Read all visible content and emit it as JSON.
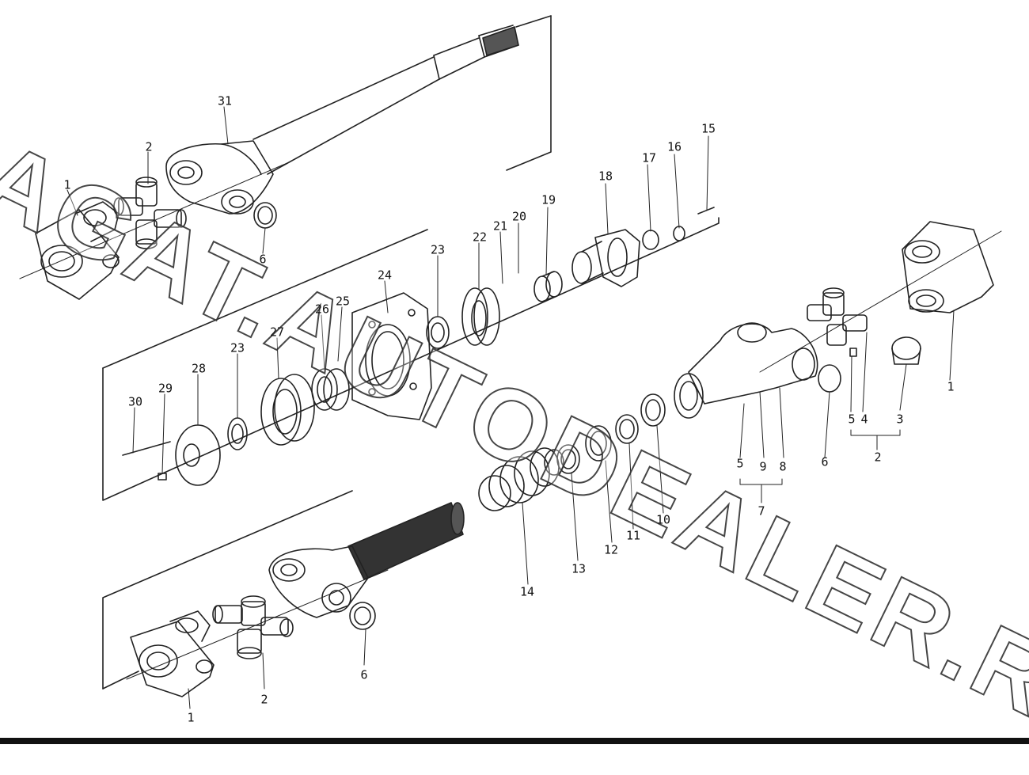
{
  "watermark": "AGAT.AUTODEALER.RU",
  "labels": {
    "p1a": "1",
    "p2a": "2",
    "p31": "31",
    "p6a": "6",
    "p15": "15",
    "p16": "16",
    "p17": "17",
    "p18": "18",
    "p19": "19",
    "p20": "20",
    "p21": "21",
    "p22": "22",
    "p23a": "23",
    "p24": "24",
    "p25": "25",
    "p26": "26",
    "p27": "27",
    "p23b": "23",
    "p28": "28",
    "p29": "29",
    "p30": "30",
    "p1b": "1",
    "p3": "3",
    "p4": "4",
    "p5a": "5",
    "p2b": "2",
    "p6b": "6",
    "p5b": "5",
    "p9": "9",
    "p8": "8",
    "p7": "7",
    "p10": "10",
    "p11": "11",
    "p12": "12",
    "p13": "13",
    "p14": "14",
    "p6c": "6",
    "p2c": "2",
    "p1c": "1"
  }
}
